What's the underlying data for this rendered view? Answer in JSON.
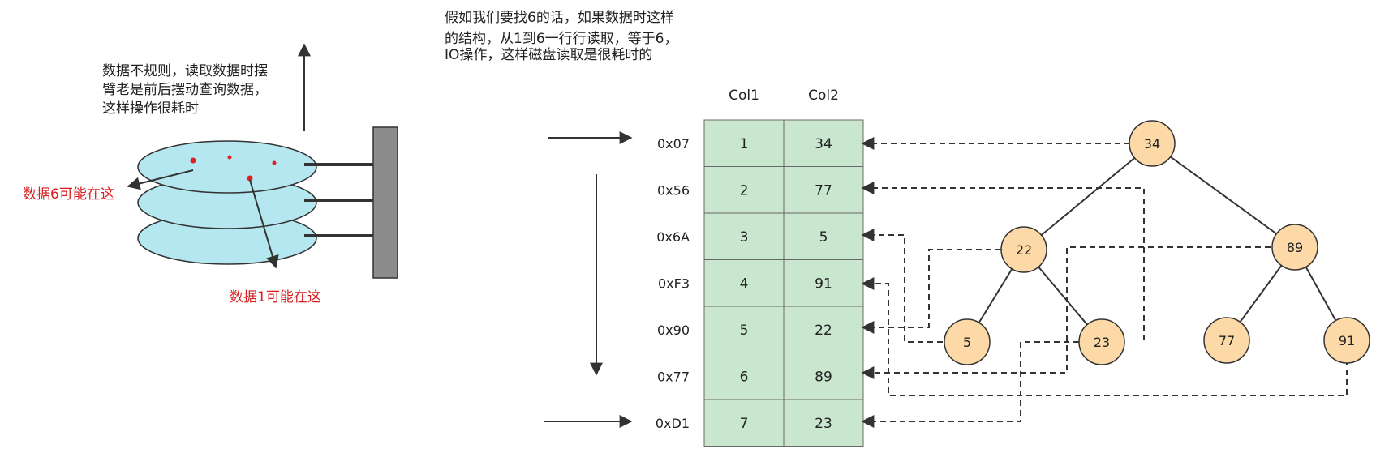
{
  "disk_note": {
    "lines": [
      "数据不规则，读取数据时摆",
      "臂老是前后摆动查询数据，",
      "这样操作很耗时"
    ]
  },
  "table_note": {
    "lines": [
      "假如我们要找6的话，如果数据时这样",
      "的结构，从1到6一行行读取，等于6，",
      "IO操作，这样磁盘读取是很耗时的"
    ]
  },
  "disk_labels": {
    "data6": "数据6可能在这",
    "data1": "数据1可能在这"
  },
  "table": {
    "headers": [
      "Col1",
      "Col2"
    ],
    "rows": [
      {
        "address": "0x07",
        "col1": "1",
        "col2": "34"
      },
      {
        "address": "0x56",
        "col1": "2",
        "col2": "77"
      },
      {
        "address": "0x6A",
        "col1": "3",
        "col2": "5"
      },
      {
        "address": "0xF3",
        "col1": "4",
        "col2": "91"
      },
      {
        "address": "0x90",
        "col1": "5",
        "col2": "22"
      },
      {
        "address": "0x77",
        "col1": "6",
        "col2": "89"
      },
      {
        "address": "0xD1",
        "col1": "7",
        "col2": "23"
      }
    ]
  },
  "tree": {
    "root": "34",
    "level1": [
      "22",
      "89"
    ],
    "level2": [
      "5",
      "23",
      "77",
      "91"
    ]
  },
  "colors": {
    "table_fill": "#c9e7cf",
    "table_border": "#6a6a6a",
    "node_fill": "#fcd9a6",
    "disk_fill": "#b4e7f0",
    "spindle_fill": "#8c8c8c",
    "red_text": "#d81e1e",
    "red_dot": "#e02020"
  }
}
